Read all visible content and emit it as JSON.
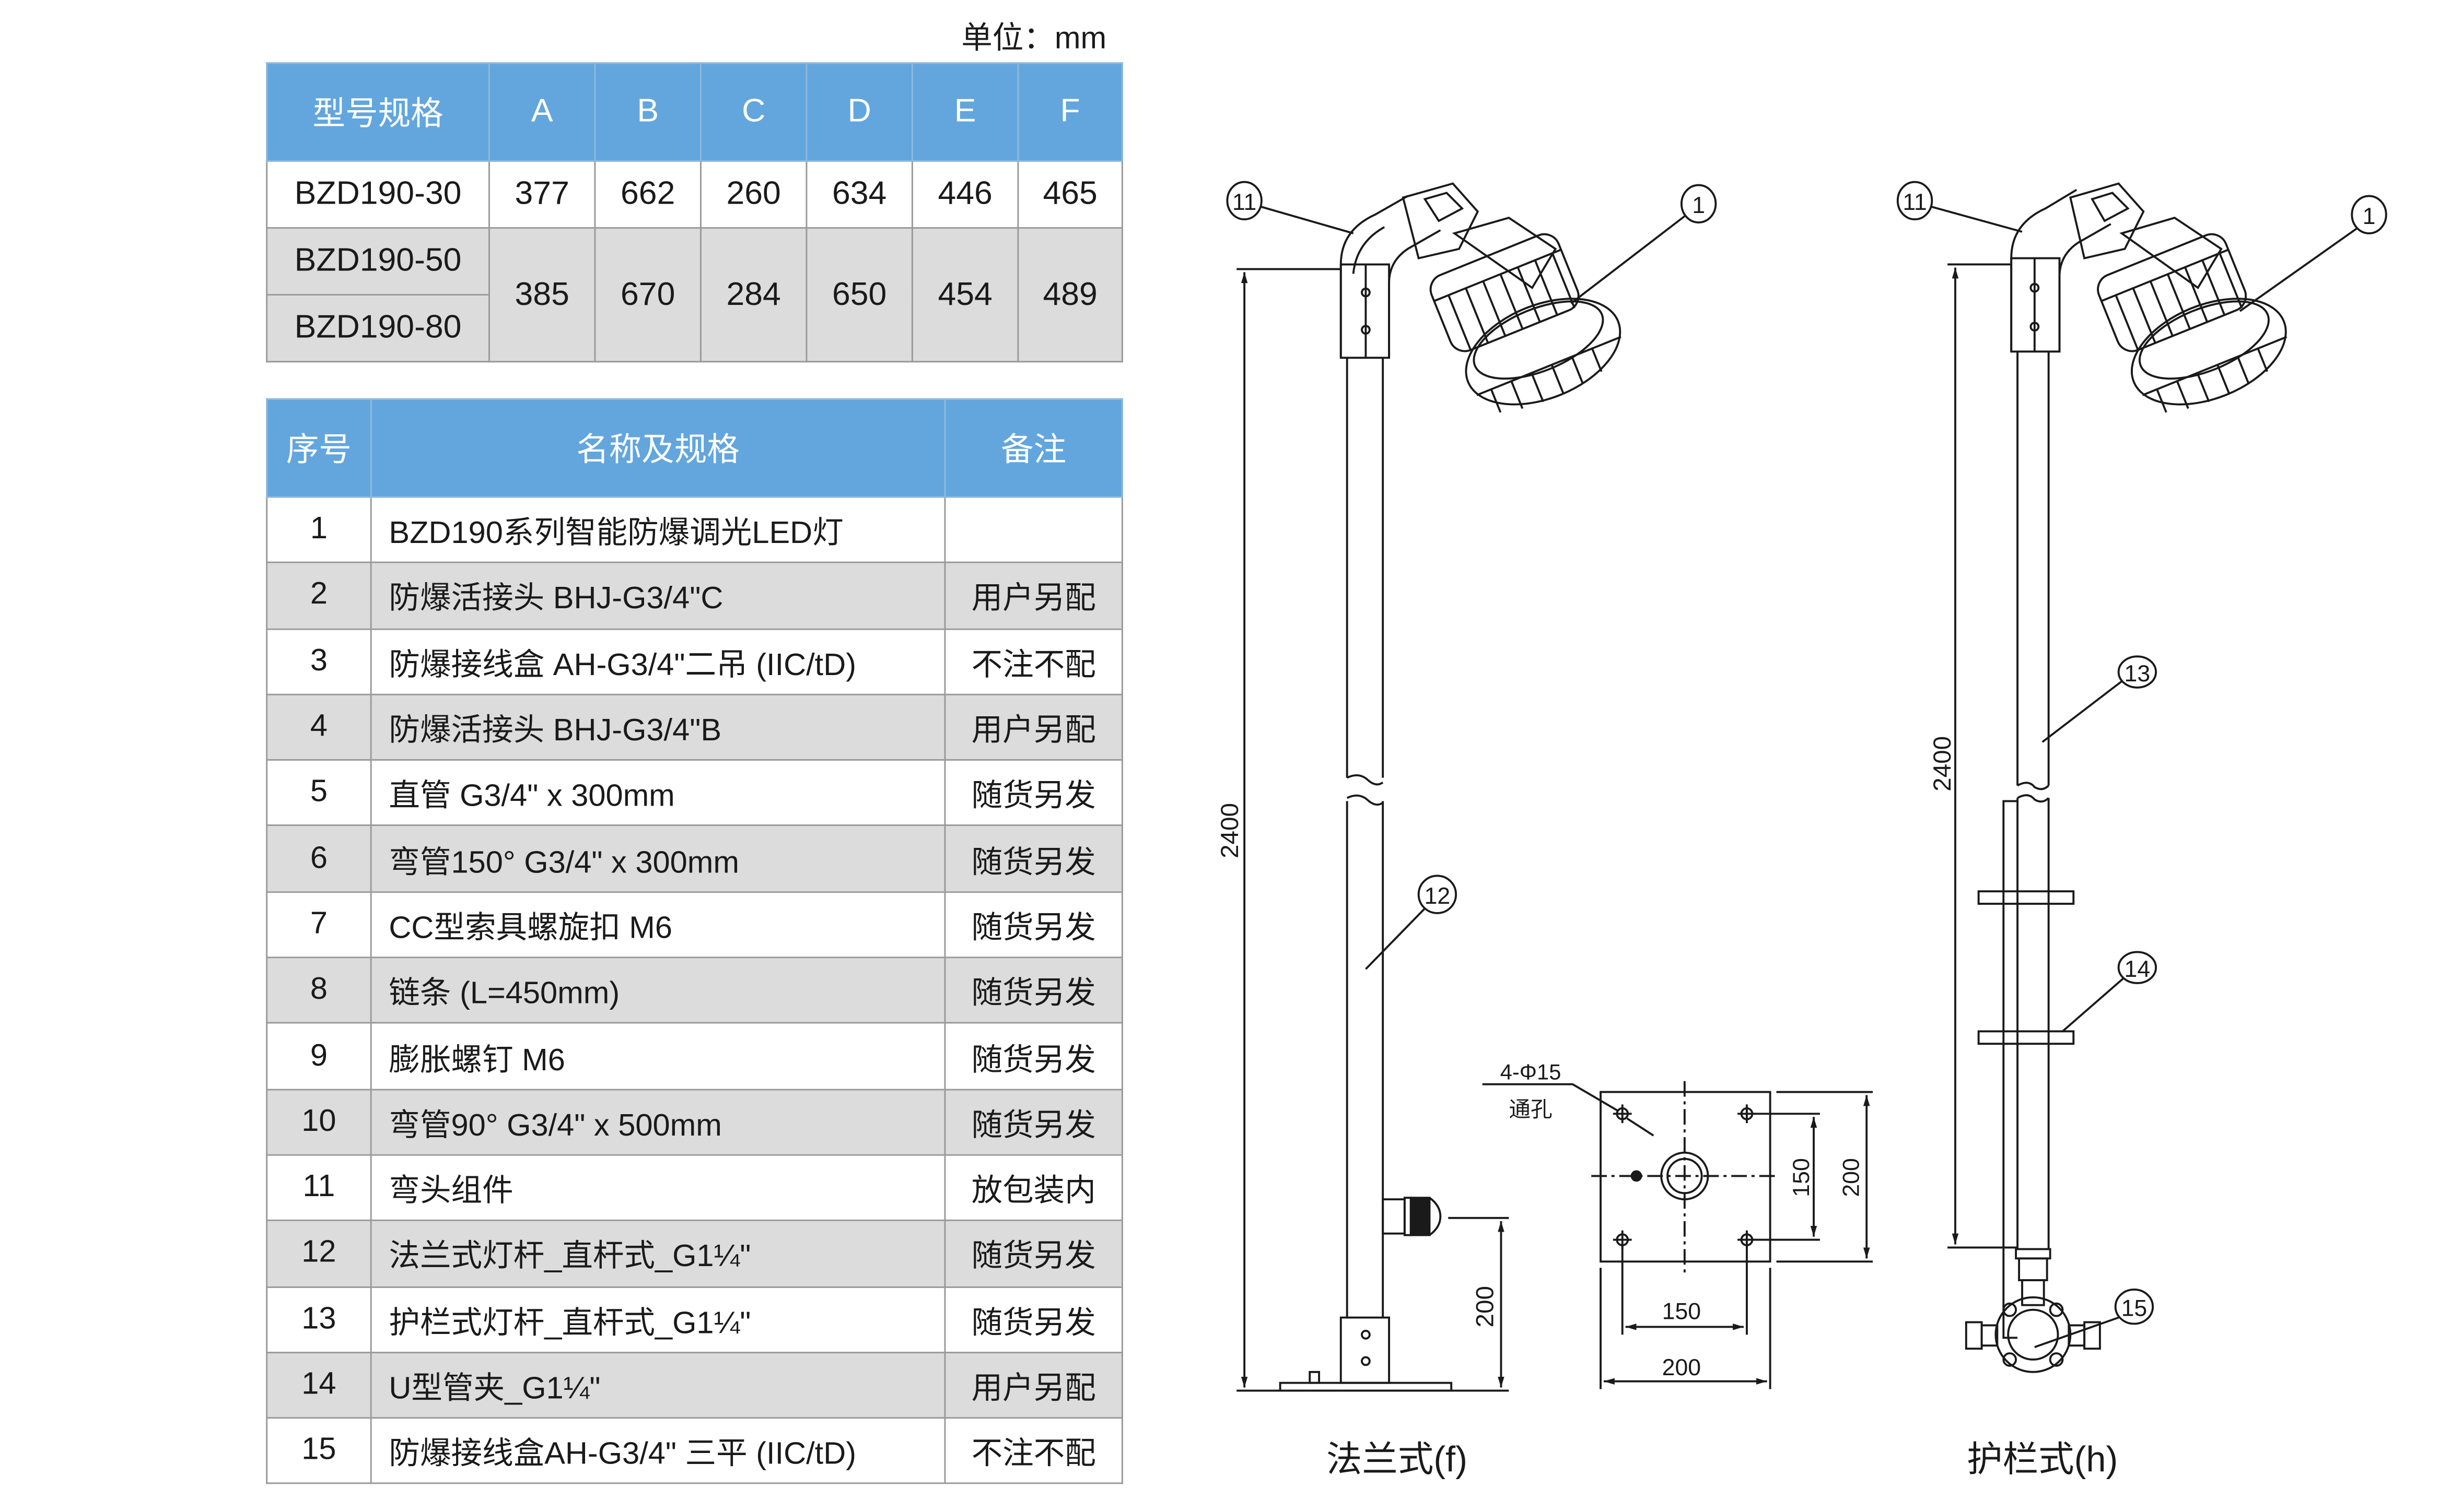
{
  "unit_label": "单位：mm",
  "dimension_table": {
    "headers": [
      "型号规格",
      "A",
      "B",
      "C",
      "D",
      "E",
      "F"
    ],
    "rows": [
      {
        "models": [
          "BZD190-30"
        ],
        "values": [
          "377",
          "662",
          "260",
          "634",
          "446",
          "465"
        ]
      },
      {
        "models": [
          "BZD190-50",
          "BZD190-80"
        ],
        "values": [
          "385",
          "670",
          "284",
          "650",
          "454",
          "489"
        ]
      }
    ]
  },
  "parts_table": {
    "headers": [
      "序号",
      "名称及规格",
      "备注"
    ],
    "rows": [
      {
        "no": "1",
        "name": "BZD190系列智能防爆调光LED灯",
        "note": ""
      },
      {
        "no": "2",
        "name": "防爆活接头 BHJ-G3/4\"C",
        "note": "用户另配"
      },
      {
        "no": "3",
        "name": "防爆接线盒 AH-G3/4\"二吊 (IIC/tD)",
        "note": "不注不配"
      },
      {
        "no": "4",
        "name": "防爆活接头 BHJ-G3/4\"B",
        "note": "用户另配"
      },
      {
        "no": "5",
        "name": "直管 G3/4\" x 300mm",
        "note": "随货另发"
      },
      {
        "no": "6",
        "name": "弯管150°  G3/4\" x 300mm",
        "note": "随货另发"
      },
      {
        "no": "7",
        "name": "CC型索具螺旋扣 M6",
        "note": "随货另发"
      },
      {
        "no": "8",
        "name": "链条 (L=450mm)",
        "note": "随货另发"
      },
      {
        "no": "9",
        "name": "膨胀螺钉 M6",
        "note": "随货另发"
      },
      {
        "no": "10",
        "name": "弯管90°  G3/4\" x 500mm",
        "note": "随货另发"
      },
      {
        "no": "11",
        "name": "弯头组件",
        "note": "放包装内"
      },
      {
        "no": "12",
        "name": "法兰式灯杆_直杆式_G1¼\"",
        "note": "随货另发"
      },
      {
        "no": "13",
        "name": "护栏式灯杆_直杆式_G1¼\"",
        "note": "随货另发"
      },
      {
        "no": "14",
        "name": "U型管夹_G1¼\"",
        "note": "用户另配"
      },
      {
        "no": "15",
        "name": "防爆接线盒AH-G3/4\" 三平 (IIC/tD)",
        "note": "不注不配"
      }
    ]
  },
  "drawings": {
    "flange": {
      "caption": "法兰式(f)",
      "callouts": [
        "11",
        "1",
        "12"
      ],
      "height_dim": "2400",
      "gland_height_dim": "200"
    },
    "flange_plate": {
      "hole_label": "4-Φ15",
      "hole_sublabel": "通孔",
      "hole_spacing_v": "150",
      "plate_size_v": "200",
      "hole_spacing_h": "150",
      "plate_size_h": "200"
    },
    "guardrail": {
      "caption": "护栏式(h)",
      "callouts": [
        "11",
        "1",
        "13",
        "14",
        "15"
      ],
      "height_dim": "2400"
    }
  }
}
